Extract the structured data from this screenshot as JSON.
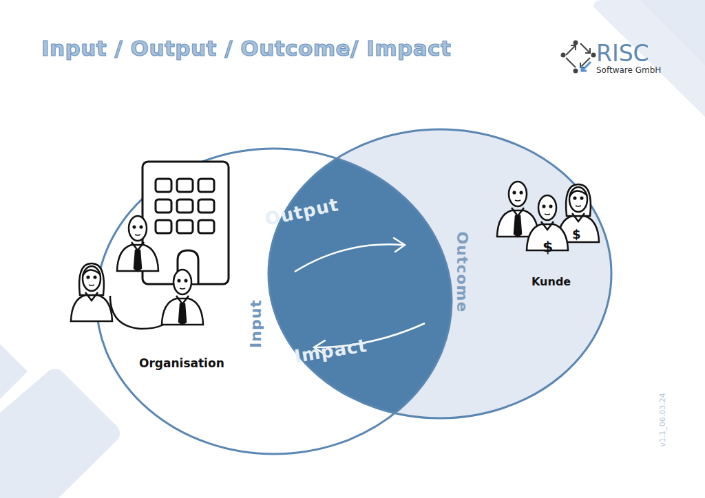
{
  "diagram": {
    "title": "Input / Output / Outcome/ Impact",
    "nodes": [
      {
        "text": [
          "Organisation"
        ]
      },
      {
        "text": [
          "Kunde"
        ]
      }
    ],
    "labels": [
      "Input",
      "Output",
      "Outcome",
      "Impact",
      "RISC",
      "Software GmbH",
      "v1.1_06.03.24",
      "$",
      "$"
    ]
  }
}
